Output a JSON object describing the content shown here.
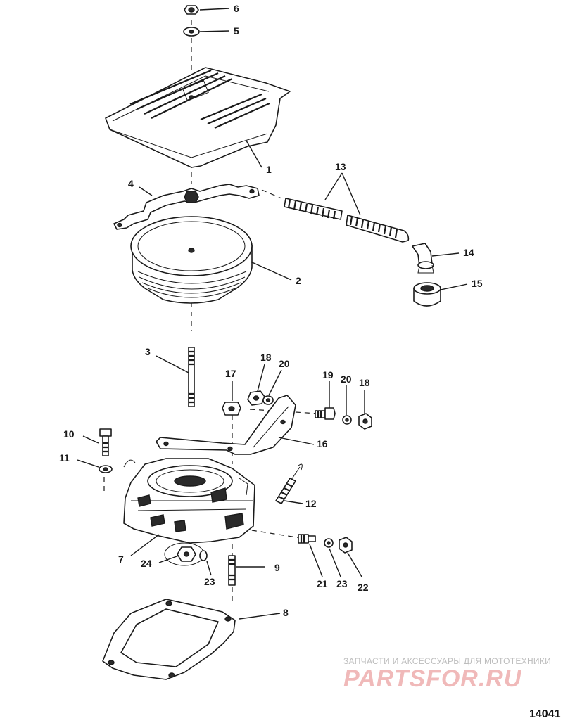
{
  "diagram": {
    "figure_number": "14041",
    "callouts": {
      "c1": "1",
      "c2": "2",
      "c3": "3",
      "c4": "4",
      "c5": "5",
      "c6": "6",
      "c7": "7",
      "c8": "8",
      "c9": "9",
      "c10": "10",
      "c11": "11",
      "c12": "12",
      "c13": "13",
      "c14": "14",
      "c15": "15",
      "c16": "16",
      "c17": "17",
      "c18a": "18",
      "c18b": "18",
      "c19": "19",
      "c20a": "20",
      "c20b": "20",
      "c21": "21",
      "c22": "22",
      "c23a": "23",
      "c23b": "23",
      "c24": "24"
    }
  },
  "watermark": {
    "tagline": "ЗАПЧАСТИ И АКСЕССУАРЫ ДЛЯ МОТОТЕХНИКИ",
    "logo": "PARTSFOR.RU"
  },
  "colors": {
    "ink": "#1a1a1a",
    "watermark_logo": "#f0b9b9",
    "watermark_text": "#bdbdbd"
  }
}
